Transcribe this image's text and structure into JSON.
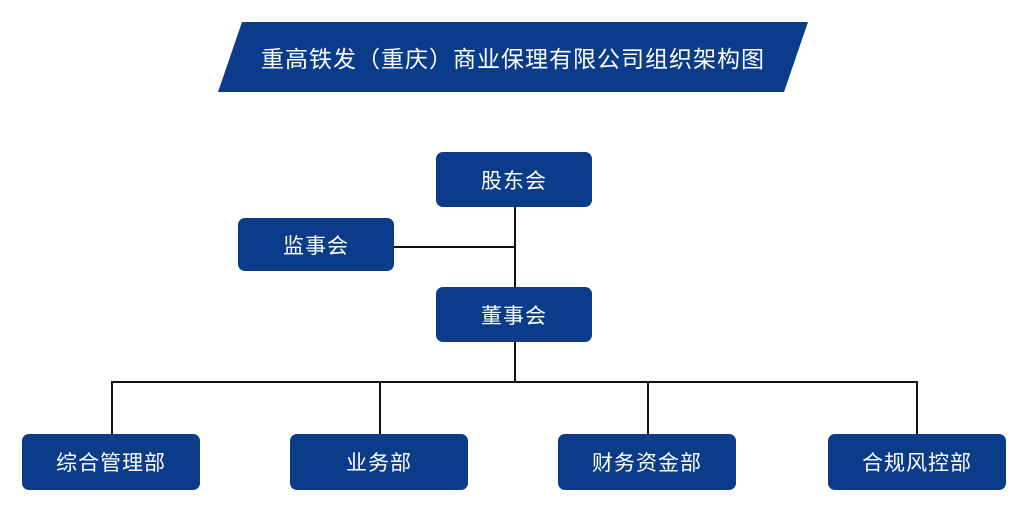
{
  "theme": {
    "brand_color": "#0a3c8a",
    "text_color": "#ffffff",
    "line_color": "#111111",
    "background": "#ffffff"
  },
  "title": {
    "text": "重高铁发（重庆）商业保理有限公司组织架构图"
  },
  "nodes": {
    "shareholders": {
      "label": "股东会"
    },
    "supervisors": {
      "label": "监事会"
    },
    "directors": {
      "label": "董事会"
    }
  },
  "departments": [
    {
      "label": "综合管理部"
    },
    {
      "label": "业务部"
    },
    {
      "label": "财务资金部"
    },
    {
      "label": "合规风控部"
    }
  ]
}
